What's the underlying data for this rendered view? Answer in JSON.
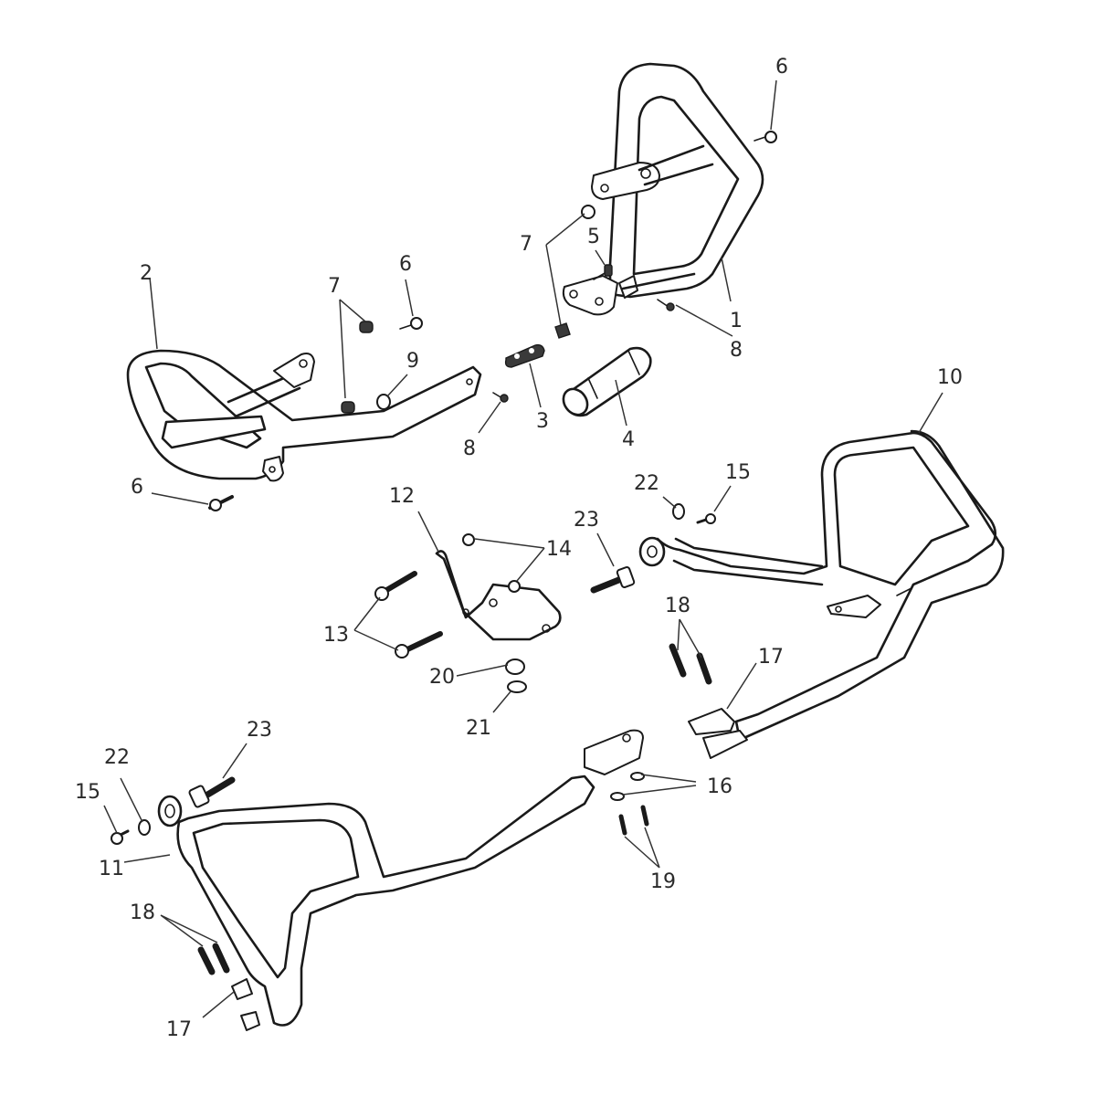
{
  "diagram": {
    "title": "Crash bar assembly exploded parts diagram",
    "colors": {
      "line": "#1a1a1a",
      "text": "#2a2a2a",
      "background": "#ffffff"
    },
    "callouts": [
      {
        "id": "c1",
        "label": "1"
      },
      {
        "id": "c2",
        "label": "2"
      },
      {
        "id": "c3",
        "label": "3"
      },
      {
        "id": "c4",
        "label": "4"
      },
      {
        "id": "c5",
        "label": "5"
      },
      {
        "id": "c6a",
        "label": "6"
      },
      {
        "id": "c6b",
        "label": "6"
      },
      {
        "id": "c6c",
        "label": "6"
      },
      {
        "id": "c7a",
        "label": "7"
      },
      {
        "id": "c7b",
        "label": "7"
      },
      {
        "id": "c8a",
        "label": "8"
      },
      {
        "id": "c8b",
        "label": "8"
      },
      {
        "id": "c9",
        "label": "9"
      },
      {
        "id": "c10",
        "label": "10"
      },
      {
        "id": "c11",
        "label": "11"
      },
      {
        "id": "c12",
        "label": "12"
      },
      {
        "id": "c13",
        "label": "13"
      },
      {
        "id": "c14",
        "label": "14"
      },
      {
        "id": "c15a",
        "label": "15"
      },
      {
        "id": "c15b",
        "label": "15"
      },
      {
        "id": "c16",
        "label": "16"
      },
      {
        "id": "c17a",
        "label": "17"
      },
      {
        "id": "c17b",
        "label": "17"
      },
      {
        "id": "c18a",
        "label": "18"
      },
      {
        "id": "c18b",
        "label": "18"
      },
      {
        "id": "c19",
        "label": "19"
      },
      {
        "id": "c20",
        "label": "20"
      },
      {
        "id": "c21",
        "label": "21"
      },
      {
        "id": "c22a",
        "label": "22"
      },
      {
        "id": "c22b",
        "label": "22"
      },
      {
        "id": "c23a",
        "label": "23"
      },
      {
        "id": "c23b",
        "label": "23"
      }
    ]
  }
}
